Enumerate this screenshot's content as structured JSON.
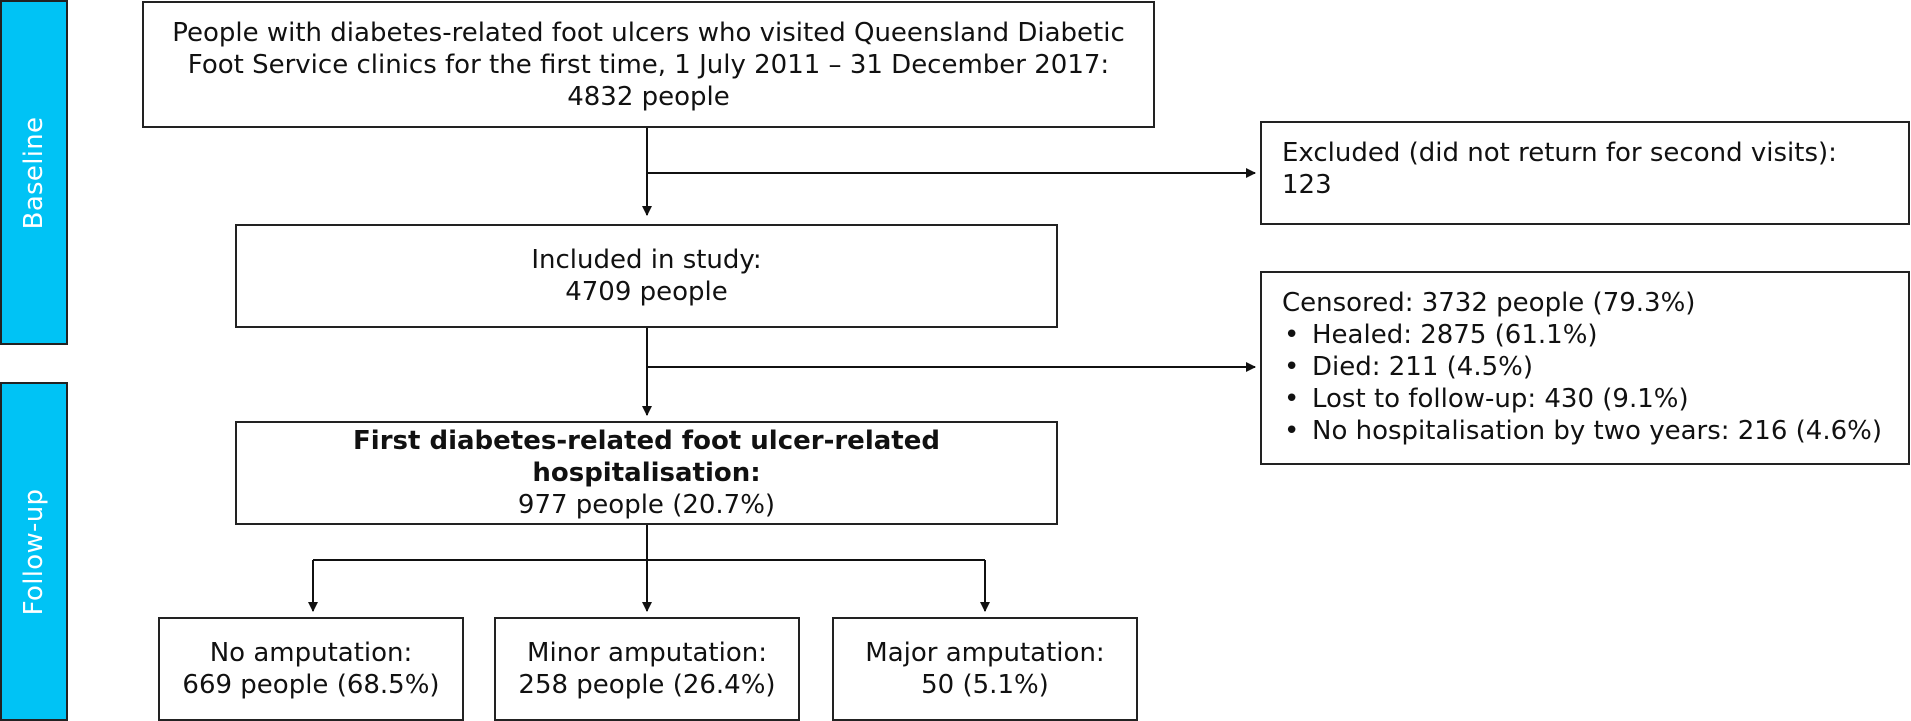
{
  "phases": {
    "baseline": "Baseline",
    "followup": "Follow-up"
  },
  "nodes": {
    "cohort": {
      "line1": "People with diabetes-related foot ulcers who visited Queensland Diabetic",
      "line2": "Foot Service clinics for the first time, 1 July 2011 – 31 December 2017:",
      "line3": "4832 people"
    },
    "excluded": {
      "line1": "Excluded (did not return for second visits):",
      "line2": "123"
    },
    "included": {
      "line1": "Included in study:",
      "line2": "4709 people"
    },
    "censored": {
      "title": "Censored: 3732 people (79.3%)",
      "items": [
        "Healed: 2875 (61.1%)",
        "Died: 211 (4.5%)",
        "Lost to follow-up: 430 (9.1%)",
        "No hospitalisation by two years: 216 (4.6%)"
      ]
    },
    "hospitalisation": {
      "line1": "First diabetes-related foot ulcer-related hospitalisation:",
      "line2": "977 people (20.7%)"
    },
    "no_amputation": {
      "line1": "No amputation:",
      "line2": "669 people (68.5%)"
    },
    "minor_amputation": {
      "line1": "Minor amputation:",
      "line2": "258 people (26.4%)"
    },
    "major_amputation": {
      "line1": "Major amputation:",
      "line2": "50 (5.1%)"
    }
  },
  "colors": {
    "phase_band": "#00c3f5",
    "line": "#111111"
  }
}
